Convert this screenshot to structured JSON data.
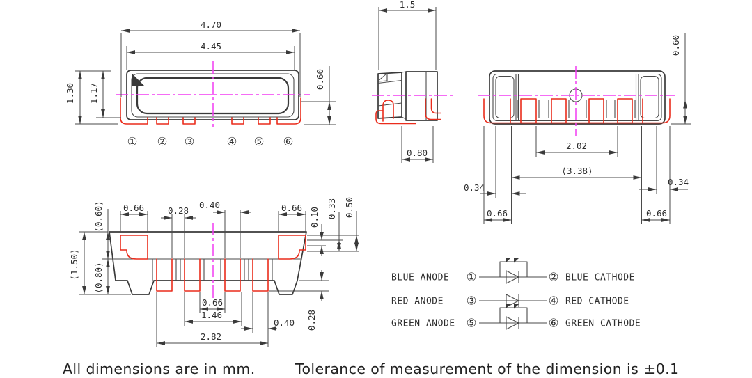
{
  "page": {
    "background": "#ffffff"
  },
  "colors": {
    "line": "#3a3a3a",
    "pad_outline": "#ea2c1c",
    "centerline": "#f23cf2",
    "dim_text": "#2e2e2e"
  },
  "front_view": {
    "dims": {
      "overall_width": "4.70",
      "window_width": "4.45",
      "overall_height": "1.30",
      "window_height": "1.17",
      "terminal_height": "0.60"
    },
    "pins": [
      "①",
      "②",
      "③",
      "④",
      "⑤",
      "⑥"
    ]
  },
  "side_view": {
    "dims": {
      "overall_depth": "1.5",
      "terminal_width": "0.80"
    }
  },
  "back_view": {
    "dims": {
      "terminal_height": "0.60",
      "inner_lead_span": "2.02",
      "lead_span_ref": "⟨3.38⟩",
      "end_wrap_left": "0.34",
      "end_wrap_right": "0.34",
      "end_pad_left": "0.66",
      "end_pad_right": "0.66"
    }
  },
  "bottom_view": {
    "dims": {
      "end_pad_depth": "⟨0.60⟩",
      "overall_depth": "⟨1.50⟩",
      "lead_zone_depth": "⟨0.80⟩",
      "end_pad_width_left": "0.66",
      "lead_gap": "0.28",
      "lead_width": "0.40",
      "end_pad_width_right": "0.66",
      "step_small": "0.10",
      "step_mid": "0.33",
      "step_large": "0.50",
      "center_lead_gap": "0.66",
      "inner_lead_span": "1.46",
      "lead_width_bottom": "0.40",
      "lead_protrusion": "0.28",
      "outer_lead_span": "2.82"
    }
  },
  "pin_table": {
    "rows": [
      {
        "anode_label": "BLUE ANODE",
        "anode_pin": "①",
        "cathode_pin": "②",
        "cathode_label": "BLUE CATHODE",
        "esd_protected": true
      },
      {
        "anode_label": "RED ANODE",
        "anode_pin": "③",
        "cathode_pin": "④",
        "cathode_label": "RED CATHODE",
        "esd_protected": false
      },
      {
        "anode_label": "GREEN ANODE",
        "anode_pin": "⑤",
        "cathode_pin": "⑥",
        "cathode_label": "GREEN CATHODE",
        "esd_protected": true
      }
    ]
  },
  "footer": {
    "units_note": "All dimensions are in mm.",
    "tolerance_note": "Tolerance of measurement of the dimension is ±0.1"
  }
}
